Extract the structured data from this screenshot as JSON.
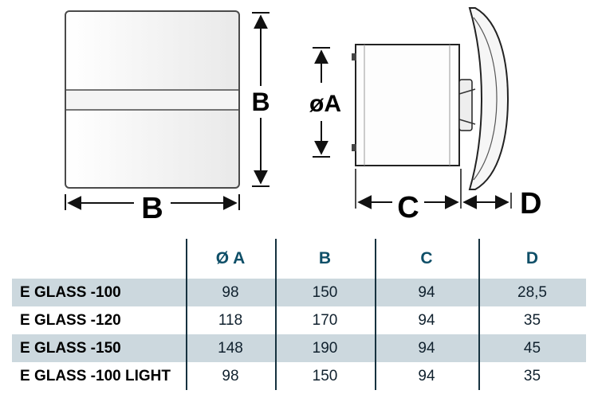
{
  "diagram": {
    "front_view": {
      "width_label": "B",
      "height_label": "B"
    },
    "side_view": {
      "diameter_label": "øA",
      "depth_label": "C",
      "flange_depth_label": "D"
    }
  },
  "table": {
    "headers": [
      "Ø A",
      "B",
      "C",
      "D"
    ],
    "rows": [
      {
        "label": "E GLASS -100",
        "values": [
          "98",
          "150",
          "94",
          "28,5"
        ]
      },
      {
        "label": "E GLASS -120",
        "values": [
          "118",
          "170",
          "94",
          "35"
        ]
      },
      {
        "label": "E GLASS -150",
        "values": [
          "148",
          "190",
          "94",
          "45"
        ]
      },
      {
        "label": "E GLASS -100 LIGHT",
        "values": [
          "98",
          "150",
          "94",
          "35"
        ]
      }
    ]
  },
  "colors": {
    "header_text": "#0f4f68",
    "row_alt_bg": "#ccd8de",
    "divider": "#16323f",
    "line": "#1a1a1a"
  }
}
